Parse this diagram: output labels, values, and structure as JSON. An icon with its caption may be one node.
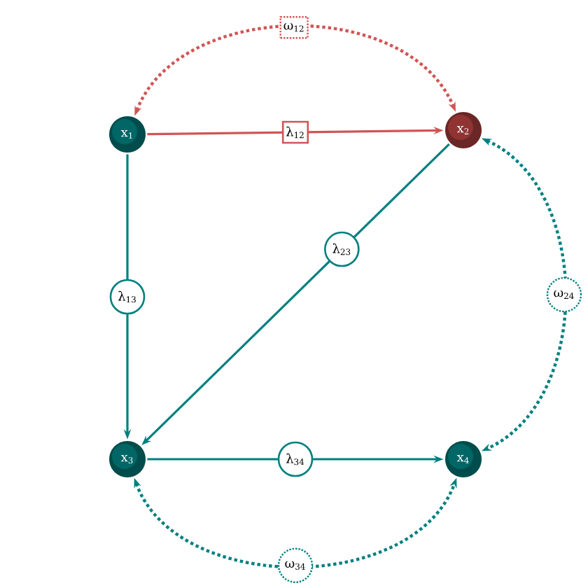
{
  "diagram": {
    "nodes": [
      {
        "text": [
          "x$_{1}$"
        ]
      },
      {
        "text": [
          "x$_{2}$"
        ]
      },
      {
        "text": [
          "x$_{3}$"
        ]
      },
      {
        "text": [
          "x$_{4}$"
        ]
      }
    ],
    "edges": [
      {
        "from": 0,
        "to": 1,
        "arrow": "to",
        "label": "λ$_{12}$",
        "color": "#d05555"
      },
      {
        "from": 0,
        "to": 2,
        "arrow": "to",
        "label": "λ$_{13}$"
      },
      {
        "from": 1,
        "to": 2,
        "arrow": "to",
        "label": "λ$_{23}$"
      },
      {
        "from": 2,
        "to": 3,
        "arrow": "to",
        "label": "λ$_{34}$"
      },
      {
        "from": 0,
        "to": 1,
        "arrow": "both",
        "label": "ω$_{12}$",
        "style": "dashed",
        "color": "#d05555"
      },
      {
        "from": 1,
        "to": 3,
        "arrow": "both",
        "label": "ω$_{24}$",
        "style": "dashed"
      },
      {
        "from": 2,
        "to": 3,
        "arrow": "both",
        "label": "ω$_{34}$",
        "style": "dashed"
      }
    ]
  }
}
